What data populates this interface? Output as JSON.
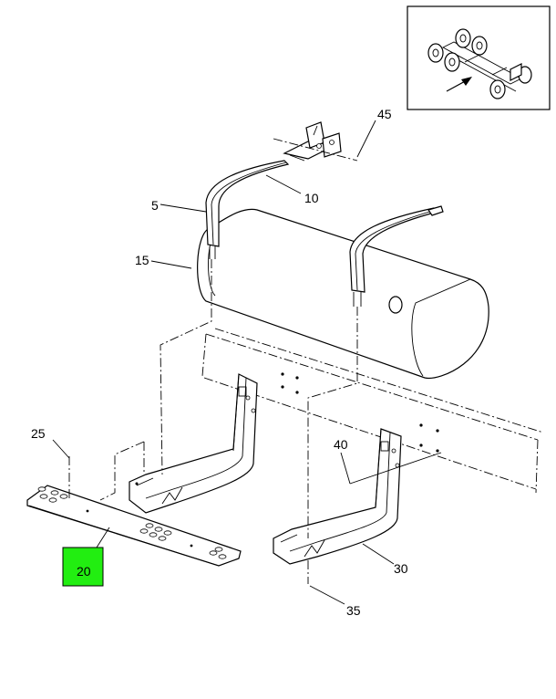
{
  "callouts": [
    {
      "id": "c45",
      "text": "45"
    },
    {
      "id": "c10",
      "text": "10"
    },
    {
      "id": "c5",
      "text": "5"
    },
    {
      "id": "c15",
      "text": "15"
    },
    {
      "id": "c25",
      "text": "25"
    },
    {
      "id": "c40",
      "text": "40"
    },
    {
      "id": "c20",
      "text": "20"
    },
    {
      "id": "c30",
      "text": "30"
    },
    {
      "id": "c35",
      "text": "35"
    }
  ],
  "highlighted_callout": "20",
  "colors": {
    "highlight": "#22ee11",
    "line": "#000000",
    "background": "#ffffff"
  }
}
